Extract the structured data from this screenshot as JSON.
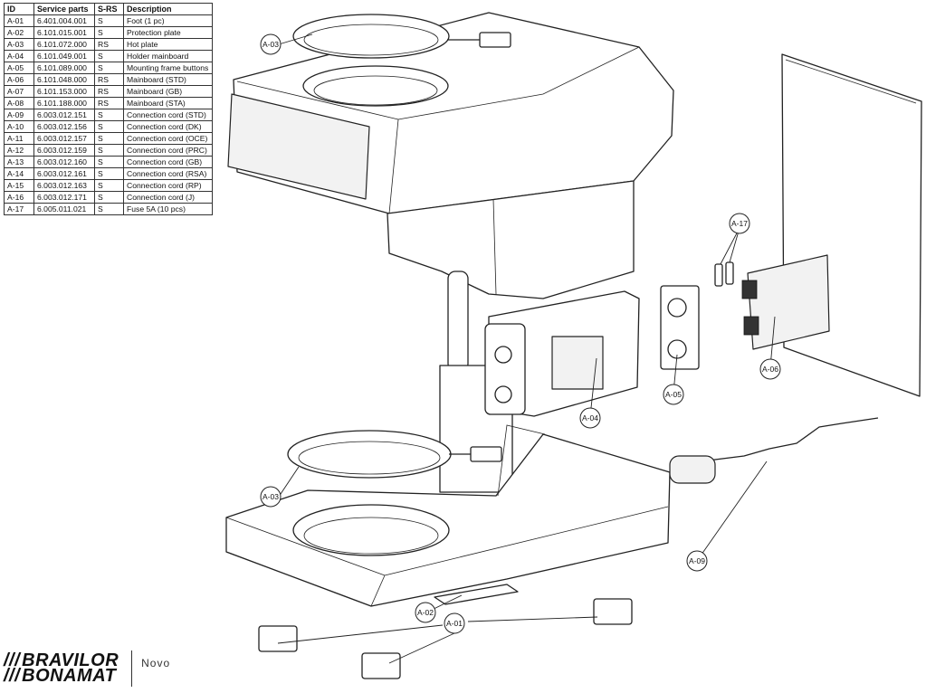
{
  "table": {
    "headers": [
      "ID",
      "Service parts",
      "S-RS",
      "Description"
    ],
    "rows": [
      [
        "A-01",
        "6.401.004.001",
        "S",
        "Foot (1 pc)"
      ],
      [
        "A-02",
        "6.101.015.001",
        "S",
        "Protection plate"
      ],
      [
        "A-03",
        "6.101.072.000",
        "RS",
        "Hot plate"
      ],
      [
        "A-04",
        "6.101.049.001",
        "S",
        "Holder mainboard"
      ],
      [
        "A-05",
        "6.101.089.000",
        "S",
        "Mounting frame buttons"
      ],
      [
        "A-06",
        "6.101.048.000",
        "RS",
        "Mainboard (STD)"
      ],
      [
        "A-07",
        "6.101.153.000",
        "RS",
        "Mainboard (GB)"
      ],
      [
        "A-08",
        "6.101.188.000",
        "RS",
        "Mainboard (STA)"
      ],
      [
        "A-09",
        "6.003.012.151",
        "S",
        "Connection cord (STD)"
      ],
      [
        "A-10",
        "6.003.012.156",
        "S",
        "Connection cord (DK)"
      ],
      [
        "A-11",
        "6.003.012.157",
        "S",
        "Connection cord (OCE)"
      ],
      [
        "A-12",
        "6.003.012.159",
        "S",
        "Connection cord  (PRC)"
      ],
      [
        "A-13",
        "6.003.012.160",
        "S",
        "Connection cord (GB)"
      ],
      [
        "A-14",
        "6.003.012.161",
        "S",
        "Connection cord (RSA)"
      ],
      [
        "A-15",
        "6.003.012.163",
        "S",
        "Connection cord (RP)"
      ],
      [
        "A-16",
        "6.003.012.171",
        "S",
        "Connection cord (J)"
      ],
      [
        "A-17",
        "6.005.011.021",
        "S",
        "Fuse 5A (10 pcs)"
      ]
    ]
  },
  "callouts": [
    {
      "id": "a03-top",
      "label": "A-03"
    },
    {
      "id": "a03-bottom",
      "label": "A-03"
    },
    {
      "id": "a17",
      "label": "A-17"
    },
    {
      "id": "a05",
      "label": "A-05"
    },
    {
      "id": "a06",
      "label": "A-06"
    },
    {
      "id": "a04",
      "label": "A-04"
    },
    {
      "id": "a09",
      "label": "A-09"
    },
    {
      "id": "a02",
      "label": "A-02"
    },
    {
      "id": "a01",
      "label": "A-01"
    }
  ],
  "brand": {
    "logo_line1": "BRAVILOR",
    "logo_line2": "BONAMAT",
    "model": "Novo"
  }
}
